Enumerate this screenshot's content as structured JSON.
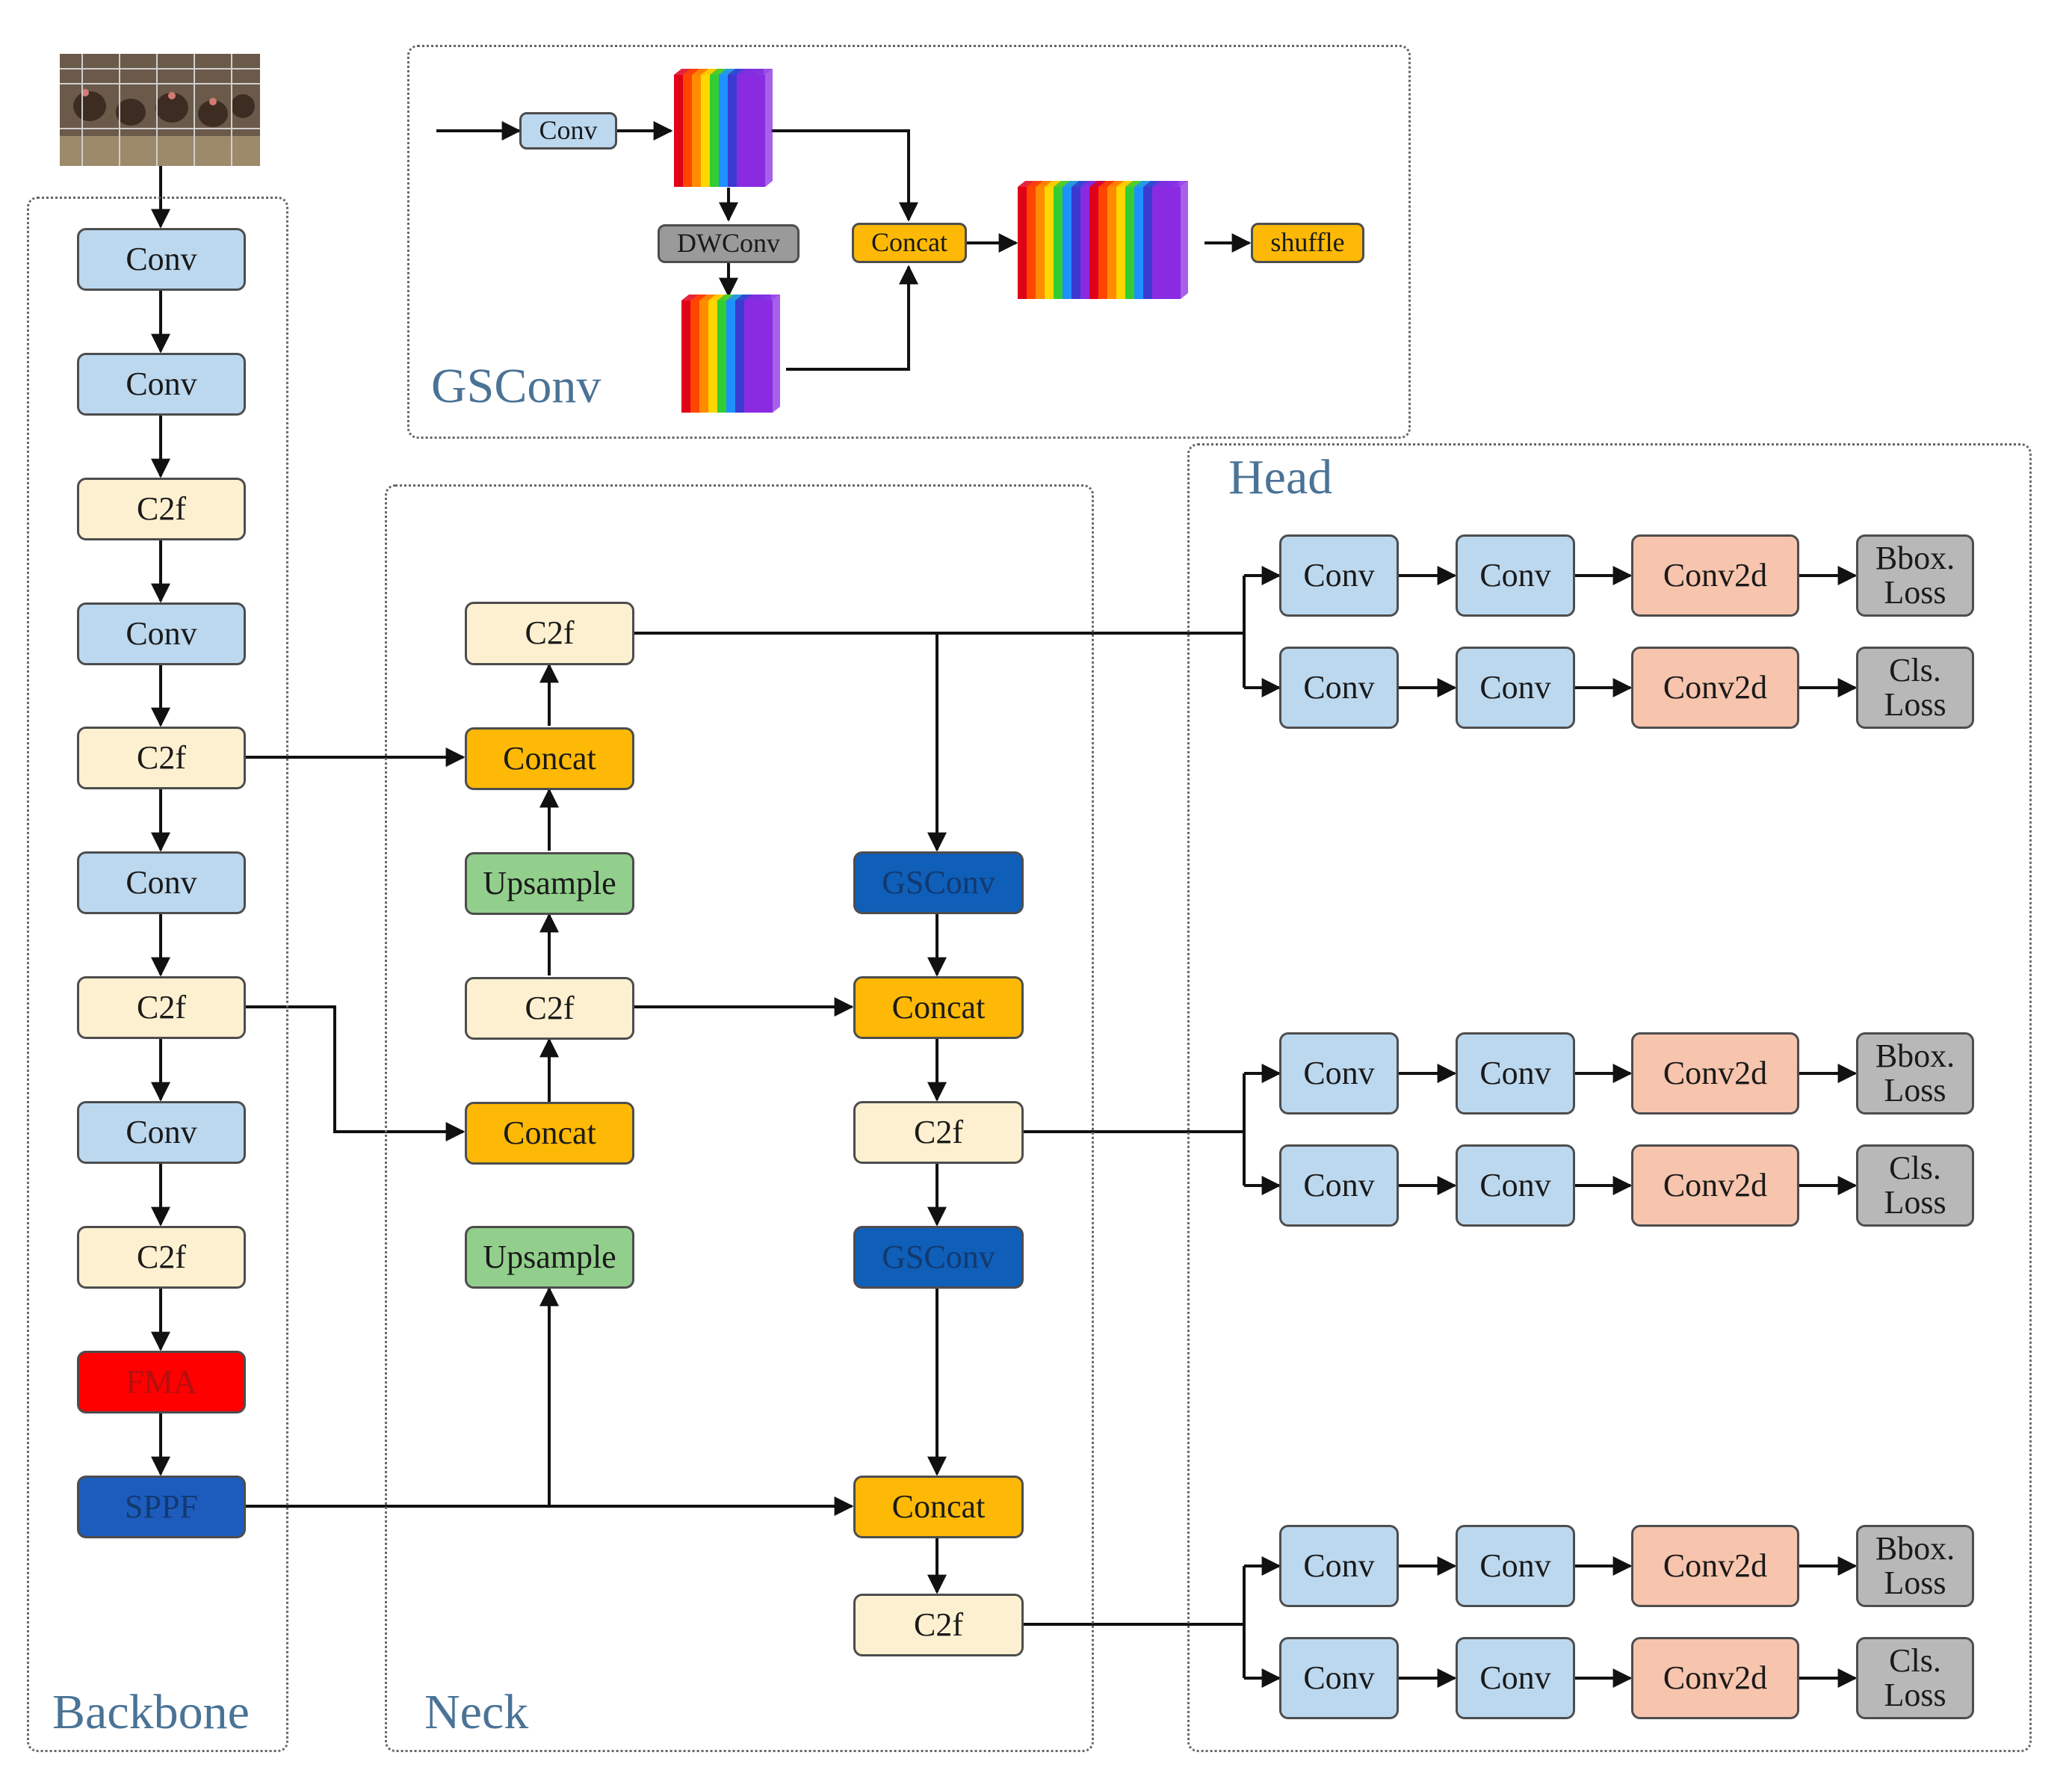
{
  "regions": {
    "gsconv": "GSConv",
    "head": "Head",
    "neck": "Neck",
    "backbone": "Backbone"
  },
  "backbone": {
    "conv_1": "Conv",
    "conv_2": "Conv",
    "c2f_1": "C2f",
    "conv_3": "Conv",
    "c2f_2": "C2f",
    "conv_4": "Conv",
    "c2f_3": "C2f",
    "conv_5": "Conv",
    "c2f_4": "C2f",
    "fma": "FMA",
    "sppf": "SPPF"
  },
  "neck": {
    "c2f_top": "C2f",
    "concat_1": "Concat",
    "upsample_1": "Upsample",
    "c2f_mid": "C2f",
    "concat_2": "Concat",
    "upsample_2": "Upsample",
    "gsconv_1": "GSConv",
    "concat_3": "Concat",
    "c2f_right": "C2f",
    "gsconv_2": "GSConv",
    "concat_4": "Concat",
    "c2f_bottom": "C2f"
  },
  "gsconv_module": {
    "conv": "Conv",
    "dwconv": "DWConv",
    "concat": "Concat",
    "shuffle": "shuffle"
  },
  "head": {
    "conv": "Conv",
    "conv2d": "Conv2d",
    "bbox_loss": "Bbox.\nLoss",
    "cls_loss": "Cls.\nLoss"
  },
  "colors": {
    "conv": "#bcd8ef",
    "c2f": "#fdf0d0",
    "concat": "#fdb905",
    "upsample": "#92cf8c",
    "gsconv": "#0f5eb8",
    "sppf": "#1d5cbd",
    "fma": "#ff0000",
    "conv2d": "#f7c4ad",
    "loss": "#b8b8b8",
    "dwconv": "#9a9a9a",
    "title": "#4a7396",
    "feature_map_stack": [
      "#e0001a",
      "#ff4500",
      "#ff8c00",
      "#ffd700",
      "#32cd32",
      "#1e90ff",
      "#3a3ad0",
      "#8a2be2"
    ]
  },
  "icons": {
    "input_image": "caged-chickens-photo"
  }
}
